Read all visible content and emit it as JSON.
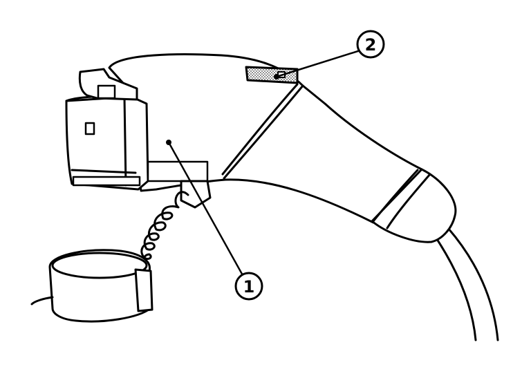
{
  "diagram": {
    "callouts": [
      {
        "id": "1",
        "label": "1"
      },
      {
        "id": "2",
        "label": "2"
      }
    ],
    "colors": {
      "line": "#000000",
      "fill": "#ffffff",
      "hatch": "#555555"
    }
  }
}
